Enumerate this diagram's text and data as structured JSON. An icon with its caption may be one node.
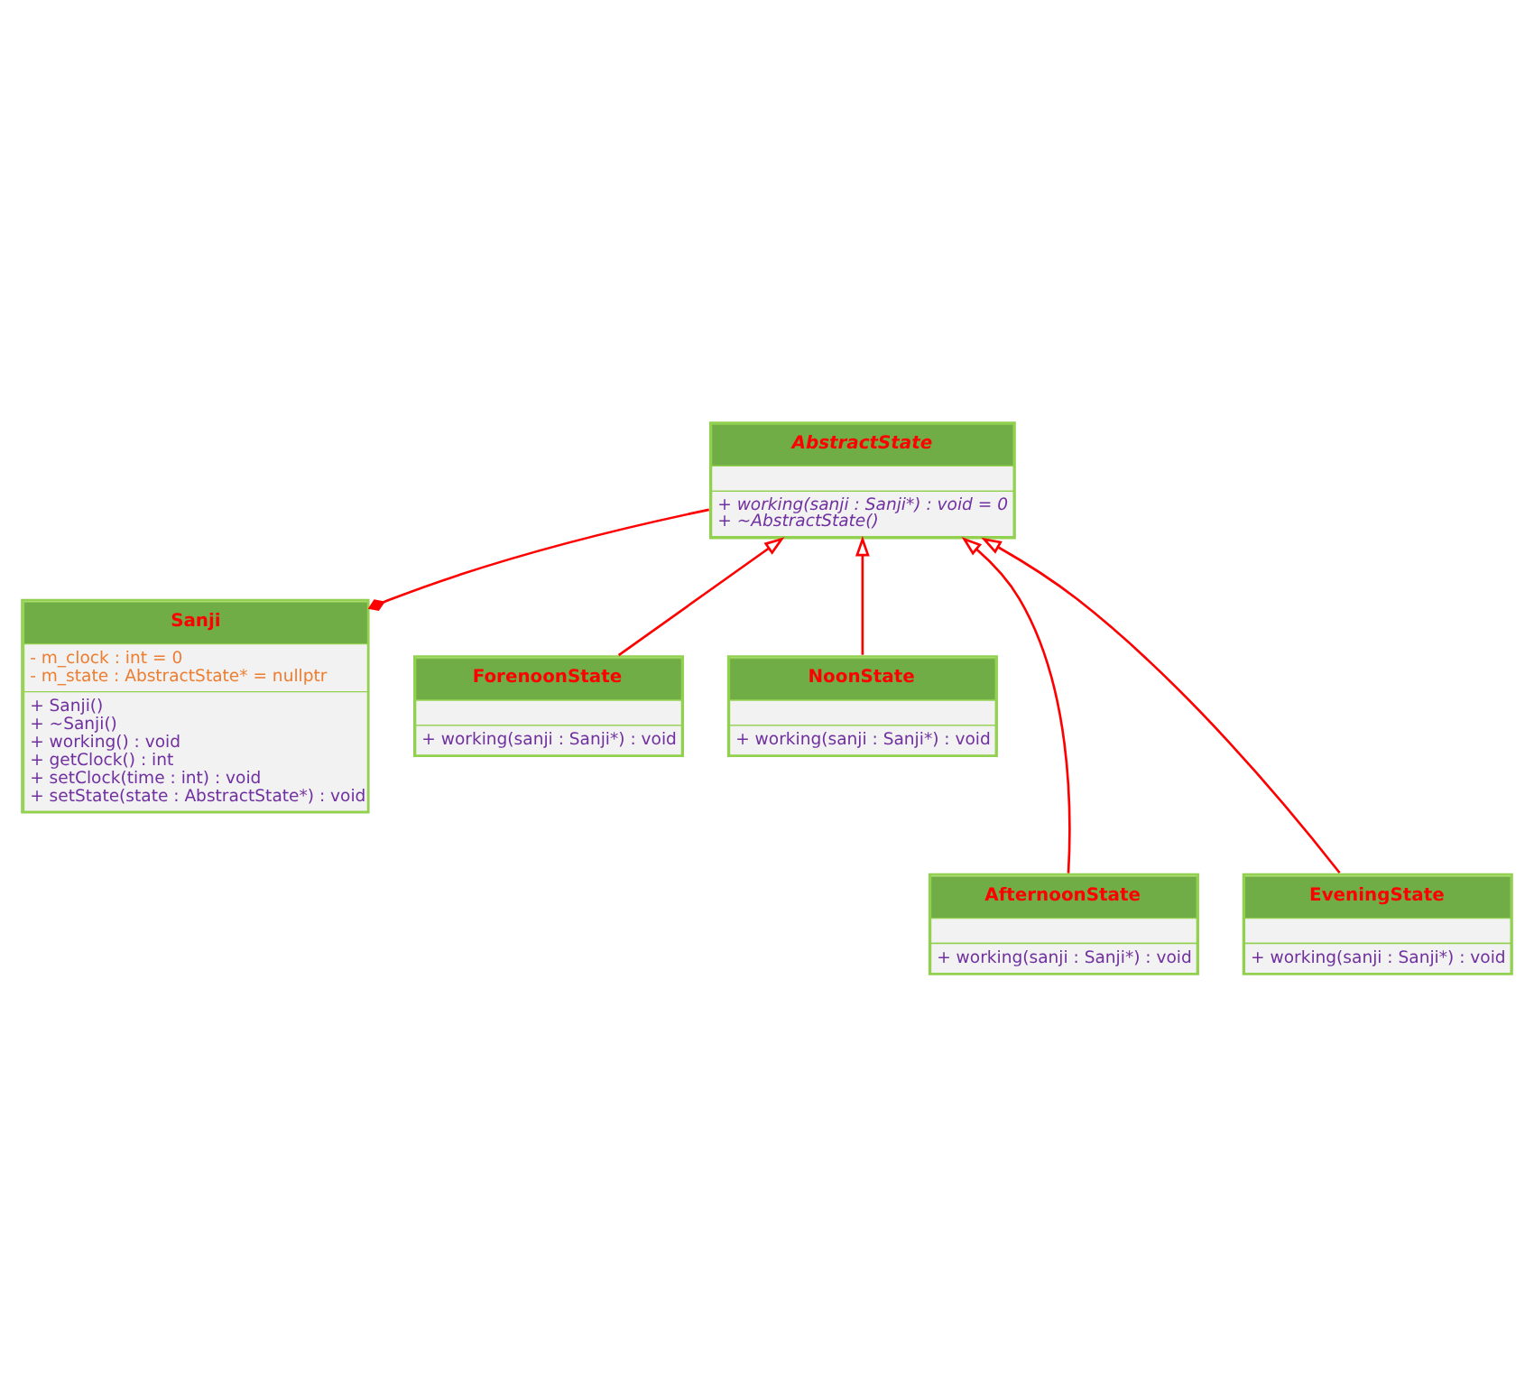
{
  "diagram": {
    "nodes": [
      {
        "text": [
          "Sanji",
          "- m_clock : int = 0",
          "- m_state : AbstractState* = nullptr",
          "+ Sanji()",
          "+ ~Sanji()",
          "+ working() : void",
          "+ getClock() : int",
          "+ setClock(time : int) : void",
          "+ setState(state : AbstractState*) : void"
        ]
      },
      {
        "text": [
          "AbstractState",
          "+ working(sanji : Sanji*) : void = 0",
          "+ ~AbstractState()"
        ]
      },
      {
        "text": [
          "ForenoonState",
          "+ working(sanji : Sanji*) : void"
        ]
      },
      {
        "text": [
          "NoonState",
          "+ working(sanji : Sanji*) : void"
        ]
      },
      {
        "text": [
          "AfternoonState",
          "+ working(sanji : Sanji*) : void"
        ]
      },
      {
        "text": [
          "EveningState",
          "+ working(sanji : Sanji*) : void"
        ]
      }
    ],
    "edges": [
      {
        "from": 0,
        "to": 1,
        "arrow": "other"
      },
      {
        "from": 2,
        "to": 1,
        "arrow": "to"
      },
      {
        "from": 4,
        "to": 1,
        "arrow": "to"
      },
      {
        "from": 5,
        "to": 1,
        "arrow": "to"
      },
      {
        "from": 3,
        "to": 1,
        "arrow": "to"
      }
    ]
  }
}
